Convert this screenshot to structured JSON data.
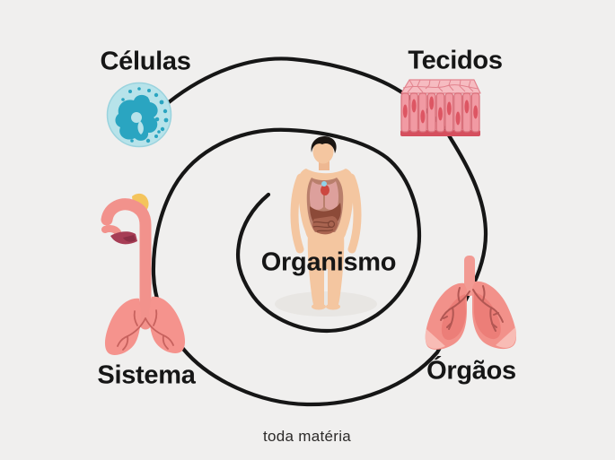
{
  "background_color": "#f0efee",
  "spiral": {
    "color": "#161616",
    "stroke_width": 4.2
  },
  "labels": {
    "cells": "Células",
    "tissues": "Tecidos",
    "organs": "Órgãos",
    "system": "Sistema",
    "organism": "Organismo"
  },
  "footer": {
    "brand": "toda matéria"
  },
  "illustrations": {
    "cell": {
      "icon": "cell-illustration",
      "body_color": "#b7e3ea",
      "nucleus_color": "#2aa5c1",
      "edge_color": "#9ad3de"
    },
    "tissue": {
      "icon": "tissue-illustration",
      "cell_color": "#f19aa3",
      "outline_color": "#d9707b",
      "nucleus_color": "#dd5663",
      "top_color": "#f6bcc1",
      "base_color": "#d54f5e"
    },
    "organs": {
      "icon": "lungs-illustration",
      "lung_color": "#f2918a",
      "inner_color": "#ec7e78",
      "branch_color": "#b25753",
      "tip_color": "#f8bcb5",
      "trachea_color": "#f29a93"
    },
    "system": {
      "icon": "respiratory-system-illustration",
      "tube_color": "#f2928c",
      "lung_color": "#f5938d",
      "branch_color": "#c7625e",
      "accent_yellow": "#f4c45c",
      "accent_maroon": "#a73d55"
    },
    "organism": {
      "icon": "human-body-illustration",
      "skin_color": "#f4c6a0",
      "hair_color": "#1a1512",
      "shadow_color": "#e8e6e3",
      "liver_color": "#8c4a38",
      "intestine_color": "#a96450"
    }
  }
}
